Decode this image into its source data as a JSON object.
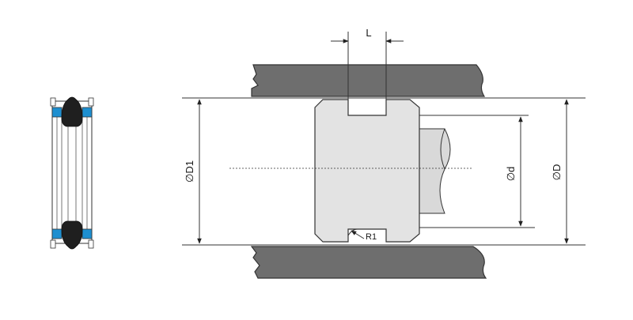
{
  "diagram": {
    "labels": {
      "groove_width": "L",
      "bore_diameter": "∅D1",
      "rod_diameter": "∅d",
      "outer_diameter": "∅D",
      "radius": "R1"
    },
    "colors": {
      "housing": "#6e6e6e",
      "piston": "#e3e3e3",
      "seal_body": "#1f1f1f",
      "backup_ring": "#1e8fd0",
      "outline": "#333333"
    }
  }
}
